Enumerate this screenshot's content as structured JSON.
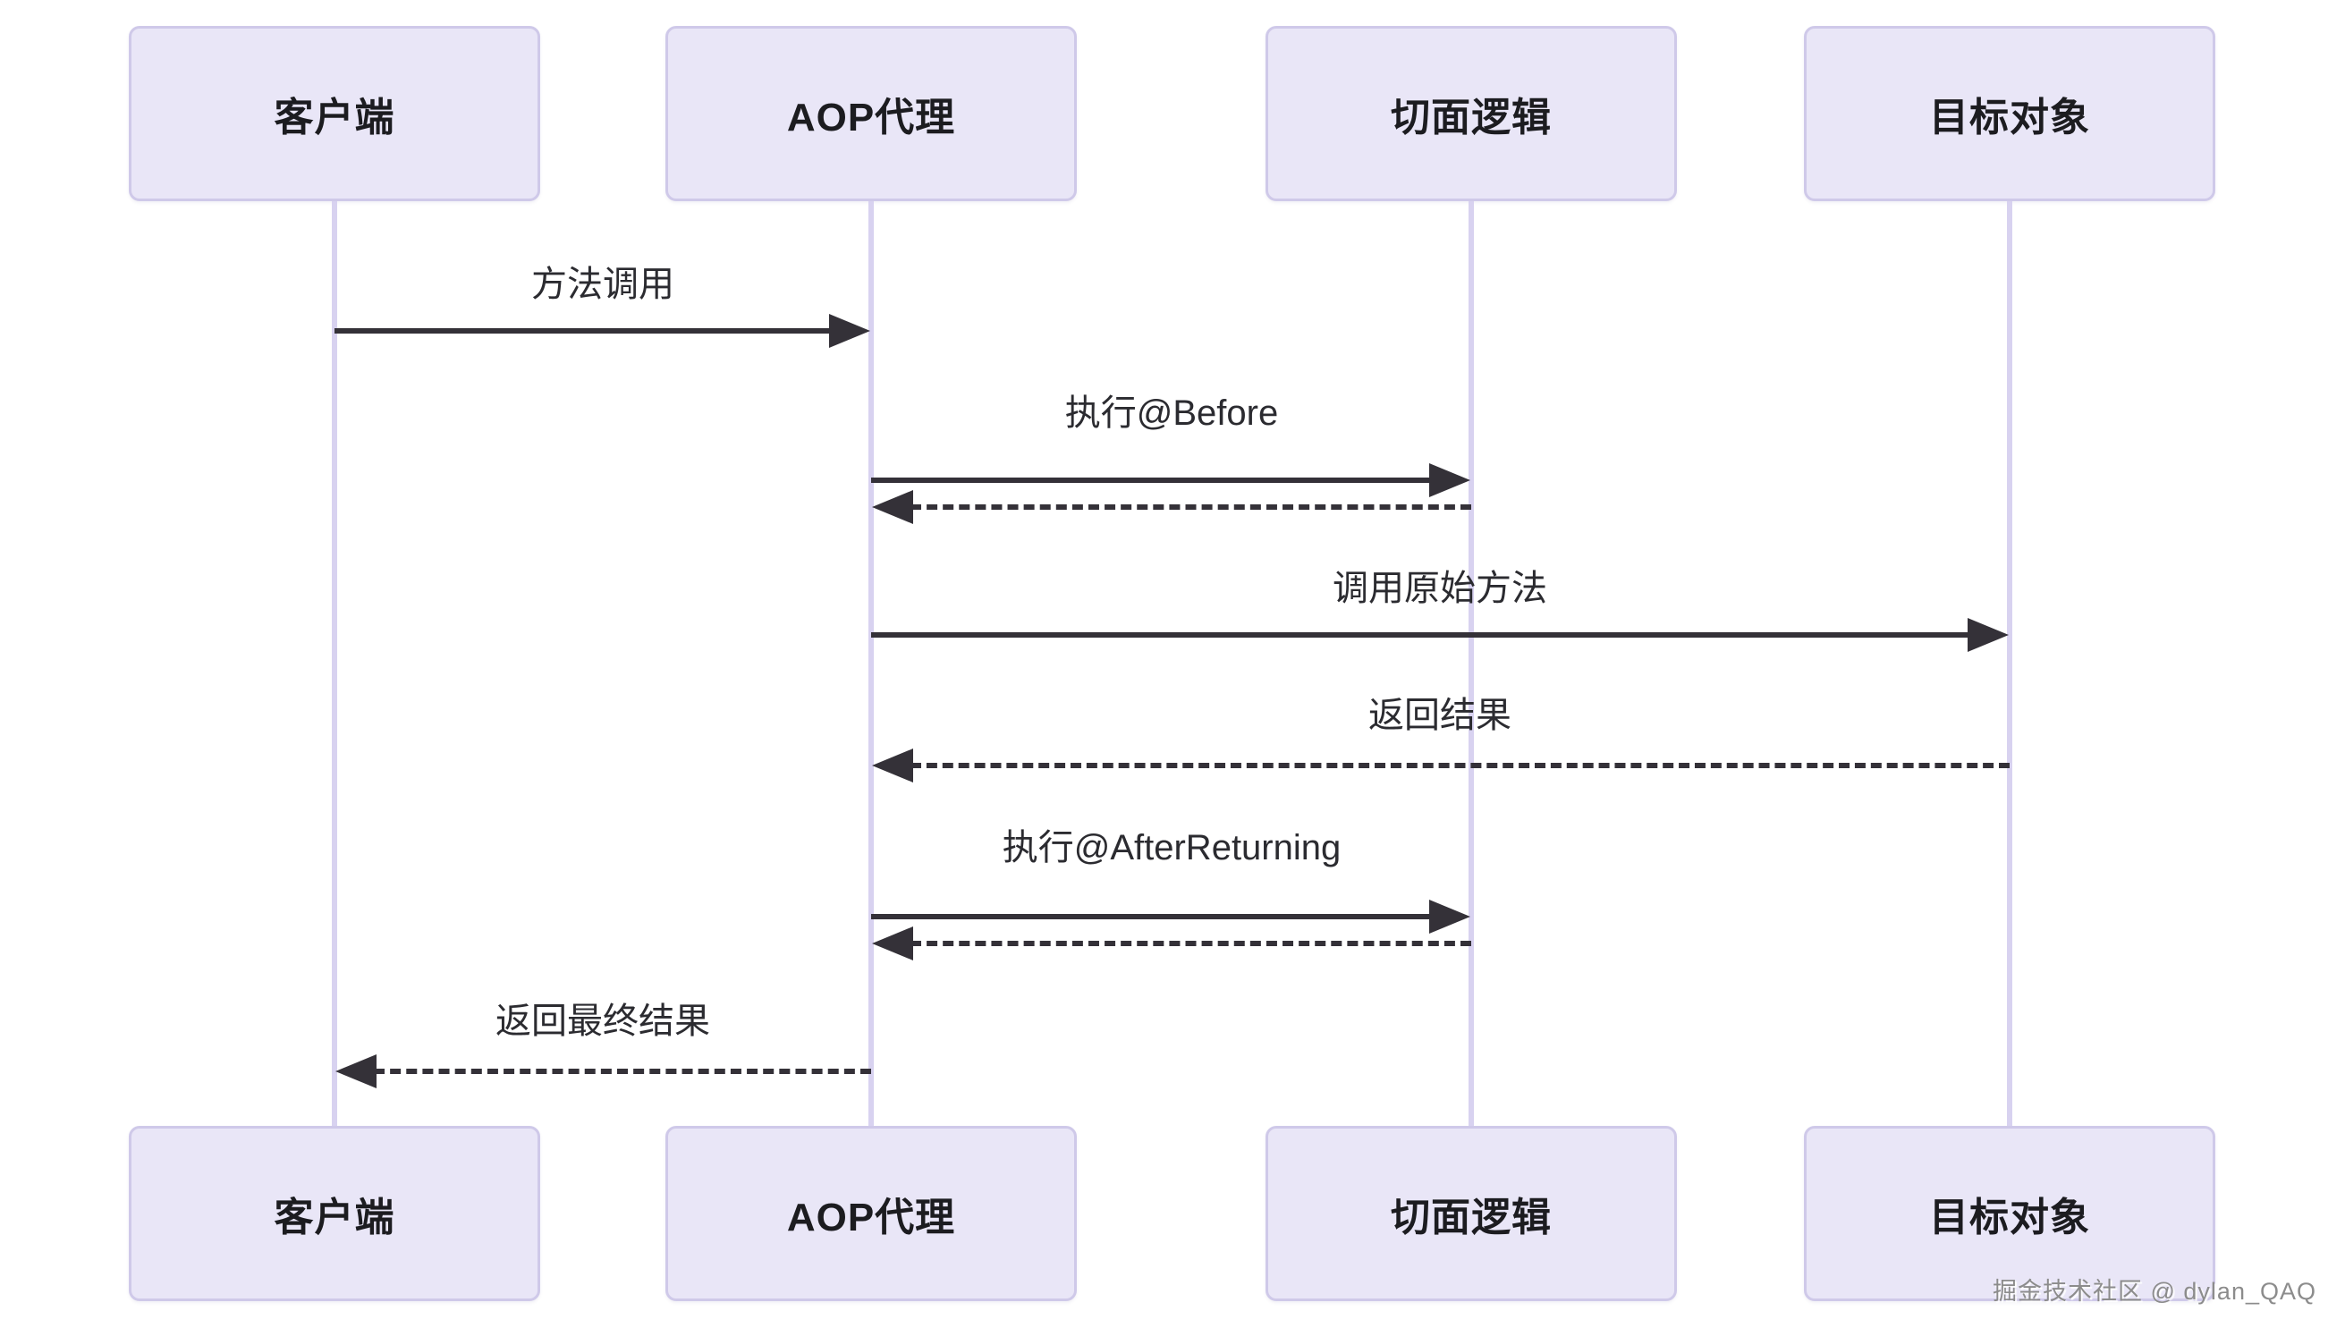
{
  "diagram_type": "sequence-diagram",
  "participants": [
    {
      "label": "客户端"
    },
    {
      "label": "AOP代理"
    },
    {
      "label": "切面逻辑"
    },
    {
      "label": "目标对象"
    }
  ],
  "messages": [
    {
      "label": "方法调用",
      "from": "客户端",
      "to": "AOP代理",
      "line": "solid"
    },
    {
      "label": "执行@Before",
      "from": "AOP代理",
      "to": "切面逻辑",
      "line": "solid"
    },
    {
      "label": "",
      "from": "切面逻辑",
      "to": "AOP代理",
      "line": "dashed"
    },
    {
      "label": "调用原始方法",
      "from": "AOP代理",
      "to": "目标对象",
      "line": "solid"
    },
    {
      "label": "返回结果",
      "from": "目标对象",
      "to": "AOP代理",
      "line": "dashed"
    },
    {
      "label": "执行@AfterReturning",
      "from": "AOP代理",
      "to": "切面逻辑",
      "line": "solid"
    },
    {
      "label": "",
      "from": "切面逻辑",
      "to": "AOP代理",
      "line": "dashed"
    },
    {
      "label": "返回最终结果",
      "from": "AOP代理",
      "to": "客户端",
      "line": "dashed"
    }
  ],
  "watermark": "掘金技术社区 @ dylan_QAQ",
  "colors": {
    "background": "#FFFFFF",
    "participant_fill": "#E9E6F7",
    "participant_border": "#CFC9E9",
    "lifeline": "#D8D2F0",
    "arrow": "#343138",
    "message_text": "#2B2B30",
    "participant_text": "#1C1C20",
    "watermark_text": "#8C8C8C"
  }
}
